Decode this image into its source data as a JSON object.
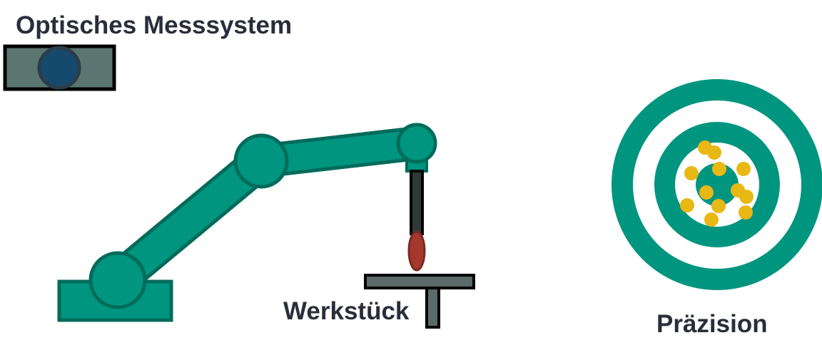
{
  "labels": {
    "camera": "Optisches Messsystem",
    "workpiece": "Werkstück",
    "precision": "Präzision"
  },
  "colors": {
    "robot_fill": "#00957f",
    "robot_stroke": "#006b5b",
    "camera_body": "#5b7670",
    "camera_lens": "#154a6e",
    "tool_body": "#2e3a38",
    "tool_tip": "#a4382c",
    "table": "#5b6a68",
    "target": "#00957f",
    "hits": "#e8b814",
    "text": "#2a2e3a"
  },
  "icons": {
    "camera": "camera-icon",
    "robot": "robot-arm-icon",
    "target": "target-icon"
  }
}
